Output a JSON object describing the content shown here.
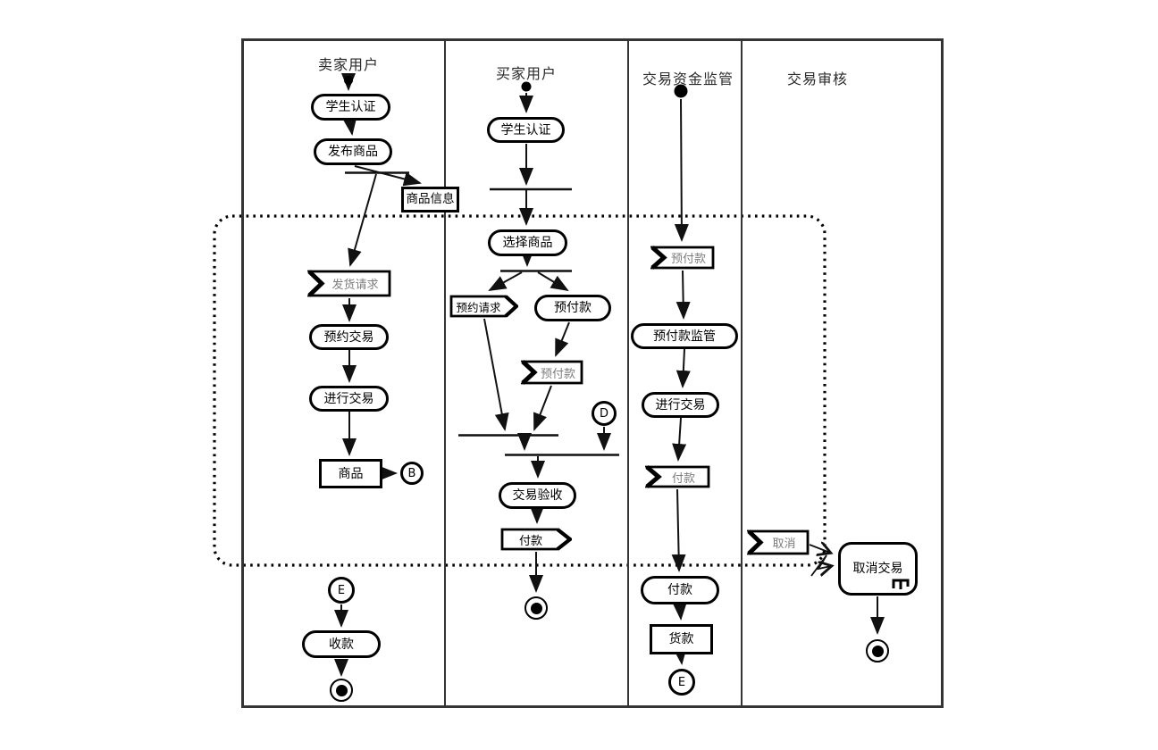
{
  "diagram_type": "uml-activity-swimlane",
  "colors": {
    "line": "#111111",
    "border": "#000000",
    "lane_border": "#343434",
    "signal_text": "#7d7d7d",
    "text": "#000000",
    "background": "#ffffff"
  },
  "lanes": [
    {
      "title": "卖家用户"
    },
    {
      "title": "买家用户"
    },
    {
      "title": "交易资金监管"
    },
    {
      "title": "交易审核"
    }
  ],
  "nodes": {
    "seller": {
      "auth": "学生认证",
      "publish": "发布商品",
      "product_info": "商品信息",
      "ship_request": "发货请求",
      "reserve_trade": "预约交易",
      "do_trade": "进行交易",
      "product": "商品",
      "conn_b": "B",
      "conn_e": "E",
      "receive_money": "收款"
    },
    "buyer": {
      "auth": "学生认证",
      "select": "选择商品",
      "reserve_request": "预约请求",
      "prepay": "预付款",
      "prepay_signal": "预付款",
      "conn_d": "D",
      "acceptance": "交易验收",
      "pay": "付款"
    },
    "regulator": {
      "prepay_signal": "预付款",
      "prepay_supervise": "预付款监管",
      "do_trade": "进行交易",
      "pay_signal": "付款",
      "pay": "付款",
      "payment": "货款",
      "conn_e": "E"
    },
    "auditor": {
      "cancel_signal": "取消",
      "cancel_trade": "取消交易"
    }
  }
}
